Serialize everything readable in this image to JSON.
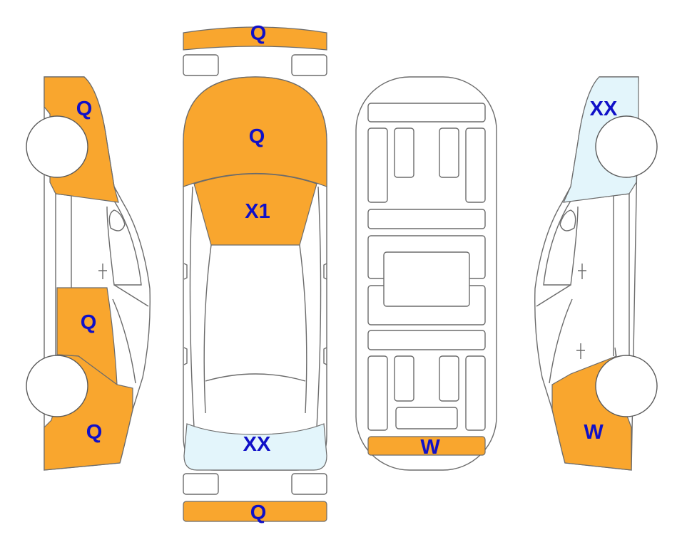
{
  "colors": {
    "orange": "#F9A62E",
    "light_blue": "#E3F5FB",
    "label": "#1010C8",
    "outline": "#6B6B6B"
  },
  "labels": {
    "front_bumper": "Q",
    "hood": "Q",
    "windshield": "X1",
    "rear_window": "XX",
    "rear_bumper": "Q",
    "floor_rear_panel": "W",
    "left_front_fender": "Q",
    "left_rear_door": "Q",
    "left_quarter": "Q",
    "right_front_window": "XX",
    "right_quarter": "W"
  }
}
